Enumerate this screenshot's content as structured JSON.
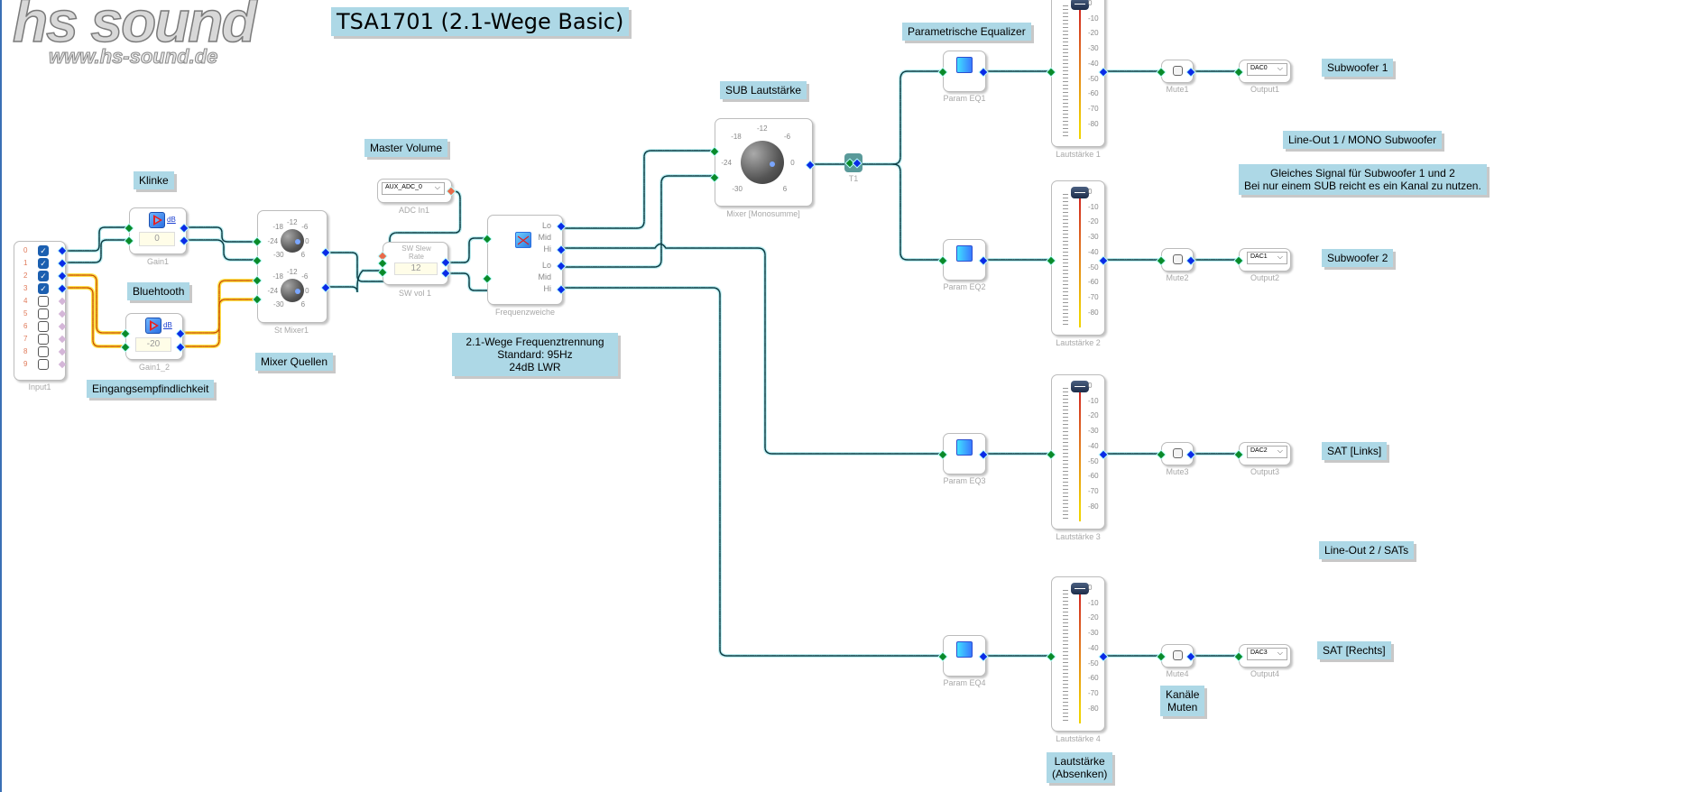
{
  "title": "TSA1701 (2.1-Wege Basic)",
  "logo": {
    "brand": "hs sound",
    "url": "www.hs-sound.de"
  },
  "notes": {
    "klinke": "Klinke",
    "bluetooth": "Bluehtooth",
    "eingang": "Eingangsempfindlichkeit",
    "mixer_quellen": "Mixer Quellen",
    "master_volume": "Master Volume",
    "crossover_line1": "2.1-Wege Frequenztrennung",
    "crossover_line2": "Standard: 95Hz",
    "crossover_line3": "24dB LWR",
    "sub_lautstaerke": "SUB Lautstärke",
    "param_eq": "Parametrische Equalizer",
    "lineout1": "Line-Out 1 / MONO Subwoofer",
    "same_signal_line1": "Gleiches Signal für Subwoofer 1 und 2",
    "same_signal_line2": "Bei nur einem SUB reicht es ein Kanal zu nutzen.",
    "lineout2": "Line-Out 2 / SATs",
    "kanaele_line1": "Kanäle",
    "kanaele_line2": "Muten",
    "lautstaerke_line1": "Lautstärke",
    "lautstaerke_line2": "(Absenken)",
    "sub1": "Subwoofer 1",
    "sub2": "Subwoofer 2",
    "sat_l": "SAT [Links]",
    "sat_r": "SAT [Rechts]"
  },
  "input1": {
    "caption": "Input1",
    "channels": [
      {
        "n": "0",
        "checked": true
      },
      {
        "n": "1",
        "checked": true
      },
      {
        "n": "2",
        "checked": true
      },
      {
        "n": "3",
        "checked": true
      },
      {
        "n": "4",
        "checked": false
      },
      {
        "n": "5",
        "checked": false
      },
      {
        "n": "6",
        "checked": false
      },
      {
        "n": "7",
        "checked": false
      },
      {
        "n": "8",
        "checked": false
      },
      {
        "n": "9",
        "checked": false
      }
    ]
  },
  "gain1": {
    "caption": "Gain1",
    "value": "0",
    "unit": "dB"
  },
  "gain1_2": {
    "caption": "Gain1_2",
    "value": "-20",
    "unit": "dB"
  },
  "st_mixer": {
    "caption": "St Mixer1",
    "scale": [
      "-12",
      "-18",
      "-6",
      "-24",
      "0",
      "-30",
      "6"
    ]
  },
  "adc": {
    "caption": "ADC In1",
    "selected": "AUX_ADC_0"
  },
  "swvol": {
    "caption": "SW vol 1",
    "label": "SW Slew Rate",
    "value": "12"
  },
  "xover": {
    "caption": "Frequenzweiche",
    "outputs": [
      "Lo",
      "Mid",
      "Hi",
      "Lo",
      "Mid",
      "Hi"
    ]
  },
  "mono_mixer": {
    "caption": "Mixer [Monosumme]",
    "scale": [
      "-12",
      "-18",
      "-6",
      "-24",
      "0",
      "-30",
      "6"
    ]
  },
  "t1": {
    "caption": "T1"
  },
  "channels_out": [
    {
      "eq": "Param EQ1",
      "fader": "Lautstärke 1",
      "fader_value_db": 0,
      "mute": "Mute1",
      "output": "Output1",
      "dac": "DAC0"
    },
    {
      "eq": "Param EQ2",
      "fader": "Lautstärke 2",
      "fader_value_db": 0,
      "mute": "Mute2",
      "output": "Output2",
      "dac": "DAC1"
    },
    {
      "eq": "Param EQ3",
      "fader": "Lautstärke 3",
      "fader_value_db": 0,
      "mute": "Mute3",
      "output": "Output3",
      "dac": "DAC2"
    },
    {
      "eq": "Param EQ4",
      "fader": "Lautstärke 4",
      "fader_value_db": 0,
      "mute": "Mute4",
      "output": "Output4",
      "dac": "DAC3"
    }
  ],
  "fader_scale": [
    "0",
    "-10",
    "-20",
    "-30",
    "-40",
    "-50",
    "-60",
    "-70",
    "-80"
  ],
  "colors": {
    "note_bg": "#add8e6",
    "wire_teal": "#0b5b63",
    "wire_yellow": "#f5b800",
    "pin_in": "#0a8a2a",
    "pin_out": "#0a2be6"
  }
}
